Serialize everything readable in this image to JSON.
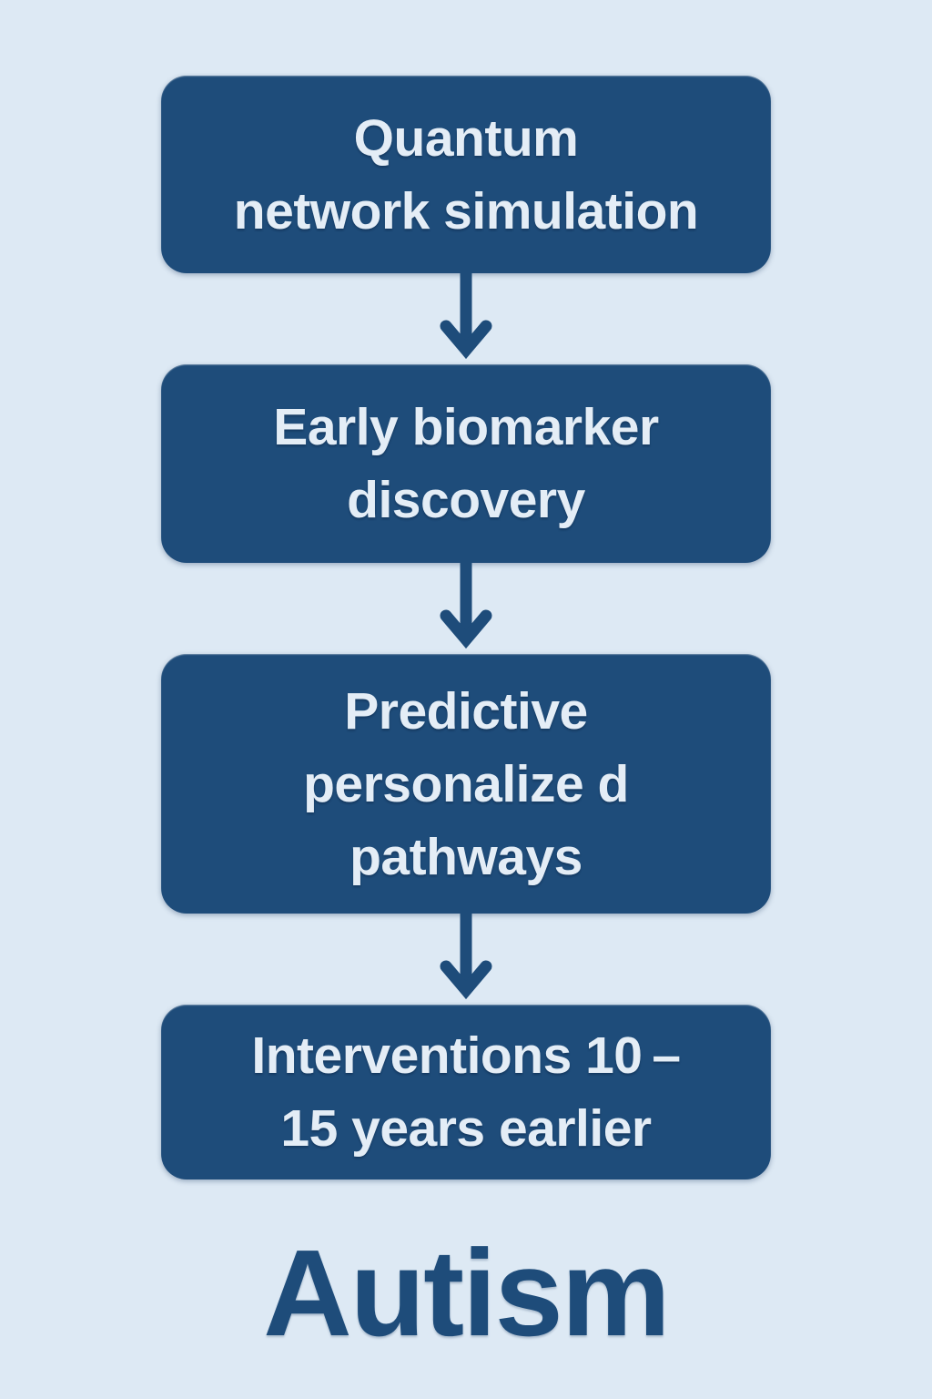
{
  "colors": {
    "bg": "#dde9f4",
    "box": "#1e4c7a",
    "boxText": "#e4edf6",
    "accent": "#1e4c7a"
  },
  "steps": [
    {
      "label": "Quantum\nnetwork simulation"
    },
    {
      "label": "Early biomarker\ndiscovery"
    },
    {
      "label": "Predictive\npersonalize d\npathways"
    },
    {
      "label": "Interventions 10 –\n15 years earlier"
    }
  ],
  "caption": "Autism"
}
